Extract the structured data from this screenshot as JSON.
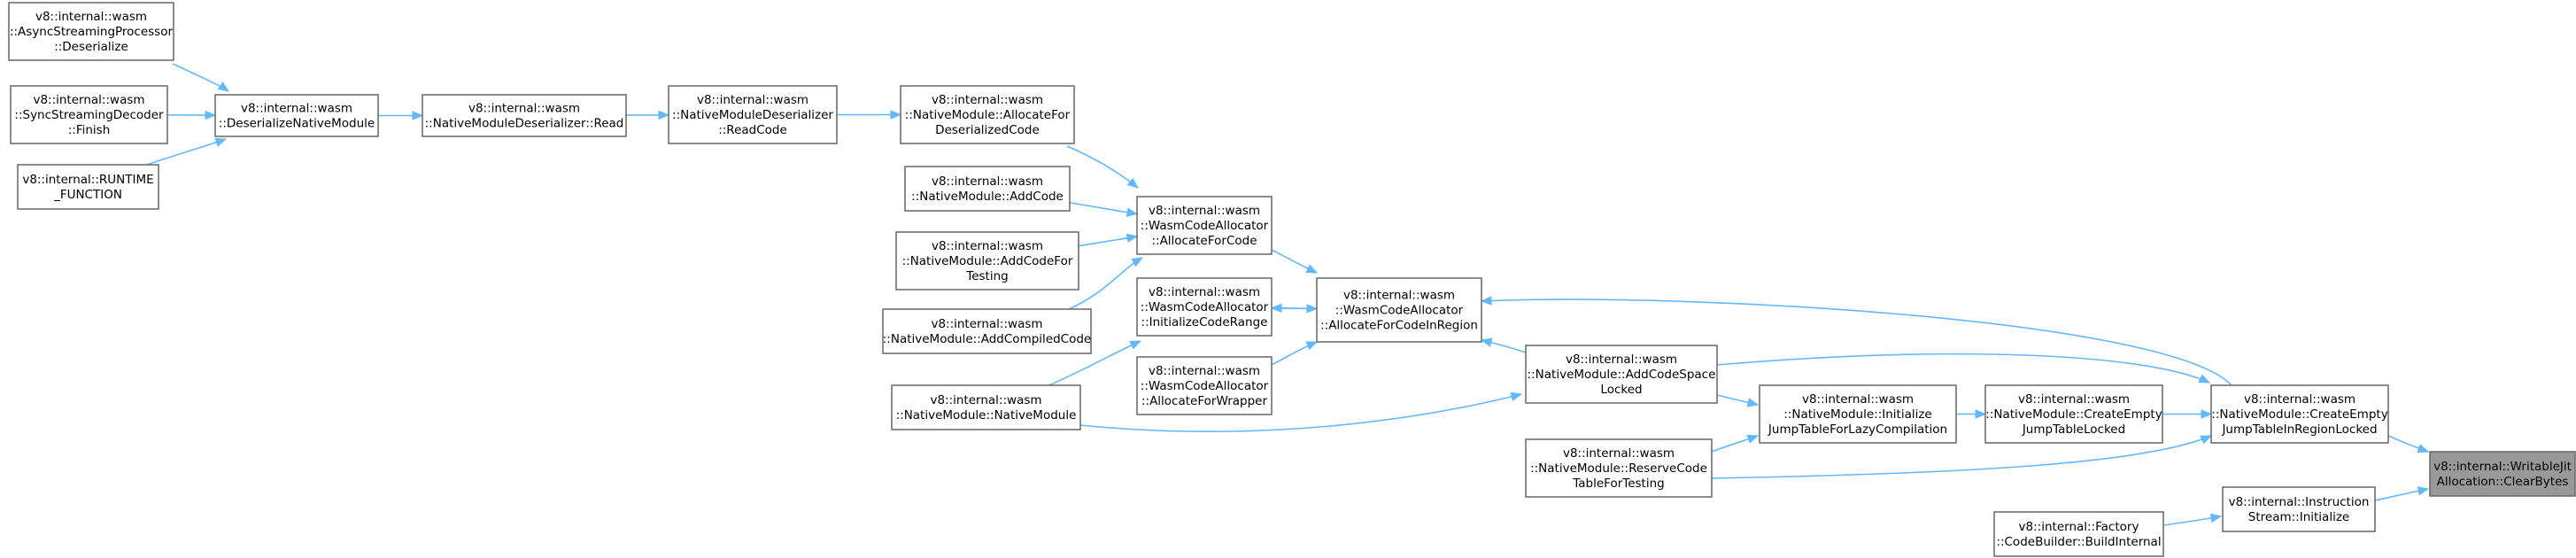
{
  "colors": {
    "node_fill": "#ffffff",
    "node_border": "#666666",
    "highlight_fill": "#999999",
    "edge": "#63b8ff"
  },
  "nodes": [
    {
      "id": "async_deser",
      "lines": [
        "v8::internal::wasm",
        "::AsyncStreamingProcessor",
        "::Deserialize"
      ]
    },
    {
      "id": "sync_finish",
      "lines": [
        "v8::internal::wasm",
        "::SyncStreamingDecoder",
        "::Finish"
      ]
    },
    {
      "id": "runtime_fn",
      "lines": [
        "v8::internal::RUNTIME",
        "_FUNCTION"
      ]
    },
    {
      "id": "deser_native",
      "lines": [
        "v8::internal::wasm",
        "::DeserializeNativeModule"
      ]
    },
    {
      "id": "nmd_read",
      "lines": [
        "v8::internal::wasm",
        "::NativeModuleDeserializer::Read"
      ]
    },
    {
      "id": "nmd_readcode",
      "lines": [
        "v8::internal::wasm",
        "::NativeModuleDeserializer",
        "::ReadCode"
      ]
    },
    {
      "id": "nm_alloc_deser",
      "lines": [
        "v8::internal::wasm",
        "::NativeModule::AllocateFor",
        "DeserializedCode"
      ]
    },
    {
      "id": "nm_addcode",
      "lines": [
        "v8::internal::wasm",
        "::NativeModule::AddCode"
      ]
    },
    {
      "id": "nm_addcode_testing",
      "lines": [
        "v8::internal::wasm",
        "::NativeModule::AddCodeFor",
        "Testing"
      ]
    },
    {
      "id": "nm_addcompiled",
      "lines": [
        "v8::internal::wasm",
        "::NativeModule::AddCompiledCode"
      ]
    },
    {
      "id": "nm_nativemodule",
      "lines": [
        "v8::internal::wasm",
        "::NativeModule::NativeModule"
      ]
    },
    {
      "id": "wca_allocforcode",
      "lines": [
        "v8::internal::wasm",
        "::WasmCodeAllocator",
        "::AllocateForCode"
      ]
    },
    {
      "id": "wca_initrange",
      "lines": [
        "v8::internal::wasm",
        "::WasmCodeAllocator",
        "::InitializeCodeRange"
      ]
    },
    {
      "id": "wca_allocwrapper",
      "lines": [
        "v8::internal::wasm",
        "::WasmCodeAllocator",
        "::AllocateForWrapper"
      ]
    },
    {
      "id": "wca_allocregion",
      "lines": [
        "v8::internal::wasm",
        "::WasmCodeAllocator",
        "::AllocateForCodeInRegion"
      ]
    },
    {
      "id": "nm_addcodespace",
      "lines": [
        "v8::internal::wasm",
        "::NativeModule::AddCodeSpace",
        "Locked"
      ]
    },
    {
      "id": "nm_reserve",
      "lines": [
        "v8::internal::wasm",
        "::NativeModule::ReserveCode",
        "TableForTesting"
      ]
    },
    {
      "id": "nm_initjt",
      "lines": [
        "v8::internal::wasm",
        "::NativeModule::Initialize",
        "JumpTableForLazyCompilation"
      ]
    },
    {
      "id": "nm_createjt",
      "lines": [
        "v8::internal::wasm",
        "::NativeModule::CreateEmpty",
        "JumpTableLocked"
      ]
    },
    {
      "id": "nm_createjt_region",
      "lines": [
        "v8::internal::wasm",
        "::NativeModule::CreateEmpty",
        "JumpTableInRegionLocked"
      ]
    },
    {
      "id": "factory_build",
      "lines": [
        "v8::internal::Factory",
        "::CodeBuilder::BuildInternal"
      ]
    },
    {
      "id": "instr_init",
      "lines": [
        "v8::internal::Instruction",
        "Stream::Initialize"
      ]
    },
    {
      "id": "writable_clear",
      "lines": [
        "v8::internal::WritableJit",
        "Allocation::ClearBytes"
      ],
      "highlight": true
    }
  ],
  "edges": [
    {
      "from": "async_deser",
      "to": "deser_native"
    },
    {
      "from": "sync_finish",
      "to": "deser_native"
    },
    {
      "from": "runtime_fn",
      "to": "deser_native"
    },
    {
      "from": "deser_native",
      "to": "nmd_read"
    },
    {
      "from": "nmd_read",
      "to": "nmd_readcode"
    },
    {
      "from": "nmd_readcode",
      "to": "nm_alloc_deser"
    },
    {
      "from": "nm_alloc_deser",
      "to": "wca_allocforcode"
    },
    {
      "from": "nm_addcode",
      "to": "wca_allocforcode"
    },
    {
      "from": "nm_addcode_testing",
      "to": "wca_allocforcode"
    },
    {
      "from": "nm_addcompiled",
      "to": "wca_allocforcode"
    },
    {
      "from": "nm_nativemodule",
      "to": "wca_initrange"
    },
    {
      "from": "nm_nativemodule",
      "to": "nm_addcodespace"
    },
    {
      "from": "wca_allocforcode",
      "to": "wca_allocregion"
    },
    {
      "from": "wca_initrange",
      "to": "wca_allocregion"
    },
    {
      "from": "wca_allocregion",
      "to": "wca_initrange"
    },
    {
      "from": "wca_allocwrapper",
      "to": "wca_allocregion"
    },
    {
      "from": "nm_addcodespace",
      "to": "wca_allocregion"
    },
    {
      "from": "nm_addcodespace",
      "to": "nm_initjt"
    },
    {
      "from": "nm_addcodespace",
      "to": "nm_createjt_region"
    },
    {
      "from": "nm_reserve",
      "to": "nm_initjt"
    },
    {
      "from": "nm_reserve",
      "to": "nm_createjt_region"
    },
    {
      "from": "nm_initjt",
      "to": "nm_createjt"
    },
    {
      "from": "nm_createjt",
      "to": "nm_createjt_region"
    },
    {
      "from": "nm_createjt_region",
      "to": "wca_allocregion"
    },
    {
      "from": "nm_createjt_region",
      "to": "writable_clear"
    },
    {
      "from": "factory_build",
      "to": "instr_init"
    },
    {
      "from": "instr_init",
      "to": "writable_clear"
    }
  ]
}
